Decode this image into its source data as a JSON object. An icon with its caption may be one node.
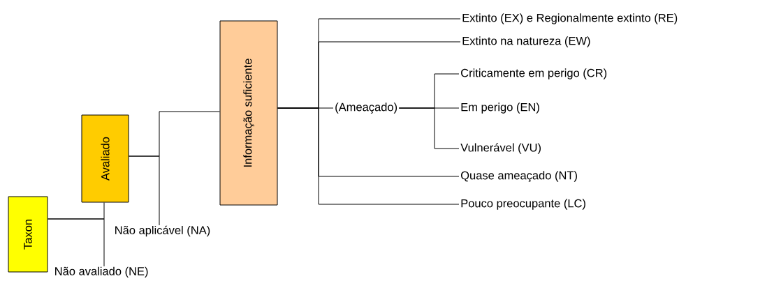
{
  "diagram": {
    "nodes": [
      {
        "text": [
          "Taxon"
        ]
      },
      {
        "text": [
          "Avaliado"
        ]
      },
      {
        "text": [
          "Não avaliado (NE)"
        ]
      },
      {
        "text": [
          "Informação suficiente"
        ]
      },
      {
        "text": [
          "Não aplicável (NA)"
        ]
      },
      {
        "text": [
          "Extinto (EX) e Regionalmente extinto (RE)"
        ]
      },
      {
        "text": [
          "Extinto na natureza (EW)"
        ]
      },
      {
        "text": [
          "(Ameaçado)"
        ]
      },
      {
        "text": [
          "Criticamente em perigo (CR)"
        ]
      },
      {
        "text": [
          "Em perigo (EN)"
        ]
      },
      {
        "text": [
          "Vulnerável (VU)"
        ]
      },
      {
        "text": [
          "Quase ameaçado (NT)"
        ]
      },
      {
        "text": [
          "Pouco preocupante (LC)"
        ]
      }
    ],
    "edges": [
      {
        "from": 0,
        "to": 1,
        "arrow": "none"
      },
      {
        "from": 0,
        "to": 2,
        "arrow": "none"
      },
      {
        "from": 1,
        "to": 3,
        "arrow": "none"
      },
      {
        "from": 1,
        "to": 4,
        "arrow": "none"
      },
      {
        "from": 3,
        "to": 5,
        "arrow": "none"
      },
      {
        "from": 3,
        "to": 6,
        "arrow": "none"
      },
      {
        "from": 3,
        "to": 7,
        "arrow": "none"
      },
      {
        "from": 3,
        "to": 11,
        "arrow": "none"
      },
      {
        "from": 3,
        "to": 12,
        "arrow": "none"
      },
      {
        "from": 7,
        "to": 8,
        "arrow": "none"
      },
      {
        "from": 7,
        "to": 9,
        "arrow": "none"
      },
      {
        "from": 7,
        "to": 10,
        "arrow": "none"
      }
    ]
  }
}
